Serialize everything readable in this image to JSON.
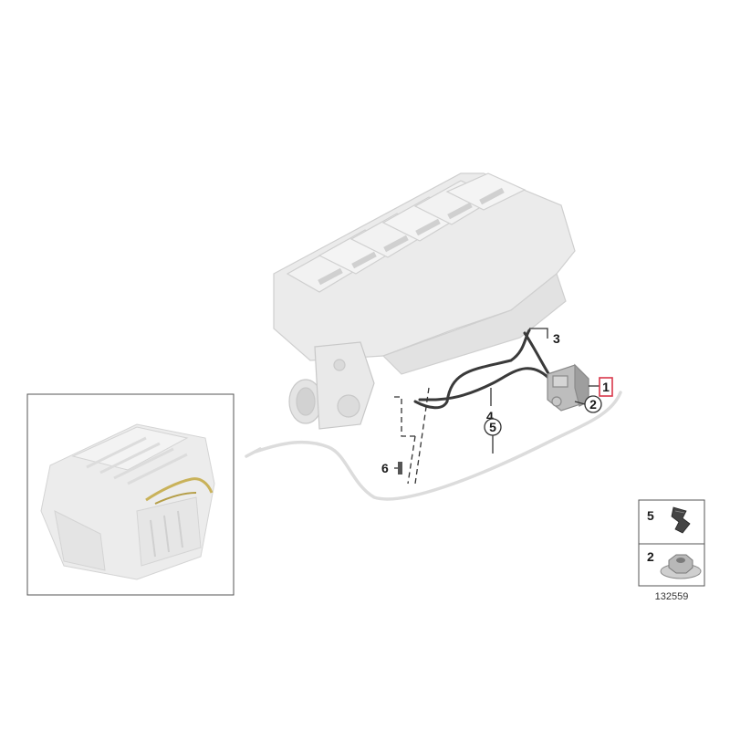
{
  "callouts": {
    "c1": "1",
    "c2": "2",
    "c3": "3",
    "c4": "4",
    "c5": "5",
    "c6": "6"
  },
  "legend": {
    "items": [
      {
        "label": "5",
        "icon": "hose-clip-icon"
      },
      {
        "label": "2",
        "icon": "hex-nut-icon"
      }
    ]
  },
  "reference_number": "132559",
  "colors": {
    "highlight": "#d8374a",
    "part_gray": "#e6e6e6",
    "line": "#333333"
  }
}
